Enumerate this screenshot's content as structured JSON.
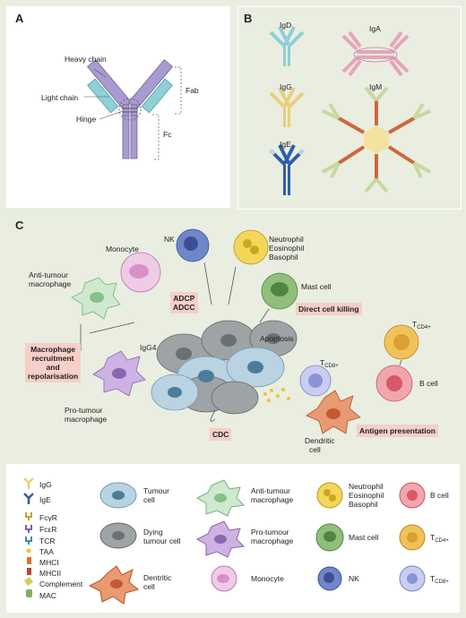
{
  "panels": {
    "a": "A",
    "b": "B",
    "c": "C"
  },
  "panel_a": {
    "heavy_chain": "Heavy chain",
    "light_chain": "Light chain",
    "hinge": "Hinge",
    "fab": "Fab",
    "fc": "Fc"
  },
  "panel_b": {
    "igd": "IgD",
    "iga": "IgA",
    "igg": "IgG",
    "igm": "IgM",
    "ige": "IgE"
  },
  "panel_c": {
    "monocyte": "Monocyte",
    "nk": "NK",
    "neutrophil": [
      "Neutrophil",
      "Eosinophil",
      "Basophil"
    ],
    "anti_tumour_macrophage": [
      "Anti-tumour",
      "macrophage"
    ],
    "mast_cell": "Mast cell",
    "adcp": "ADCP",
    "adcc": "ADCC",
    "direct_cell_killing": "Direct cell killing",
    "igg4": "IgG4",
    "apoptosis": "Apoptosis",
    "macrophage_box": [
      "Macrophage",
      "recruitment",
      "and",
      "repolarisation"
    ],
    "tcd4": "T",
    "tcd4_sub": "CD4+",
    "tcd8": "T",
    "tcd8_sub": "CD8+",
    "b_cell": "B cell",
    "pro_tumour_macrophage": [
      "Pro-tumour",
      "macrophage"
    ],
    "cdc": "CDC",
    "dendritic": [
      "Dendritic",
      "cell"
    ],
    "antigen_presentation": "Antigen presentation"
  },
  "legend": {
    "igg": "IgG",
    "ige": "IgE",
    "fcgr": "FcγR",
    "fcer": "FcεR",
    "tcr": "TCR",
    "taa": "TAA",
    "mhci": "MHCI",
    "mhcii": "MHCII",
    "complement": "Complement",
    "mac": "MAC",
    "tumour_cell": [
      "Tumour",
      "cell"
    ],
    "dying_tumour_cell": [
      "Dying",
      "tumour cell"
    ],
    "dendritic_cell": [
      "Dentritic",
      "cell"
    ],
    "anti_tumour_macrophage": [
      "Anti-tumour",
      "macrophage"
    ],
    "pro_tumour_macrophage": [
      "Pro-tumour",
      "macrophage"
    ],
    "monocyte": "Monocyte",
    "neutrophil": [
      "Neutrophil",
      "Eosinophil",
      "Basophil"
    ],
    "mast_cell": "Mast cell",
    "nk": "NK",
    "b_cell": "B cell",
    "tcd4": "T",
    "tcd4_sub": "CD4+",
    "tcd8": "T",
    "tcd8_sub": "CD8+"
  },
  "colors": {
    "heavy": "#a99bd0",
    "light": "#8fcfd6",
    "igg": "#e8d07a",
    "ige": "#2d5fa8",
    "iga": "#e6a4b8",
    "igm": "#d0663a",
    "box": "#f6cfc7",
    "tumour": "#b9d3e2",
    "dying": "#9ea3a6"
  }
}
